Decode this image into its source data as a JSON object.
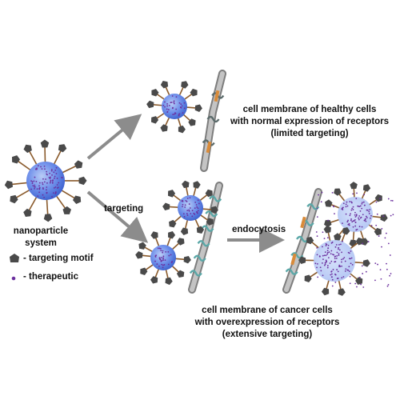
{
  "labels": {
    "nanoparticle_system": [
      "nanoparticle",
      "system"
    ],
    "targeting": "targeting",
    "endocytosis": "endocytosis",
    "healthy": [
      "cell membrane of healthy cells",
      "with normal expression of receptors",
      "(limited targeting)"
    ],
    "cancer": [
      "cell membrane of cancer cells",
      "with overexpression of receptors",
      "(extensive targeting)"
    ]
  },
  "legend": [
    {
      "icon": "targeting-motif-icon",
      "text": "- targeting motif"
    },
    {
      "icon": "therapeutic-icon",
      "text": "- therapeutic"
    }
  ],
  "colors": {
    "particle_fill": "#5f83e8",
    "particle_light": "#aec2f5",
    "therapeutic": "#6b2f9e",
    "motif": "#4a4a4a",
    "linker": "#8a5a2b",
    "membrane": "#a9a9a9",
    "receptor": "#5aa7a7",
    "receptor_orange": "#d98b3a",
    "arrow": "#8c8c8c"
  }
}
